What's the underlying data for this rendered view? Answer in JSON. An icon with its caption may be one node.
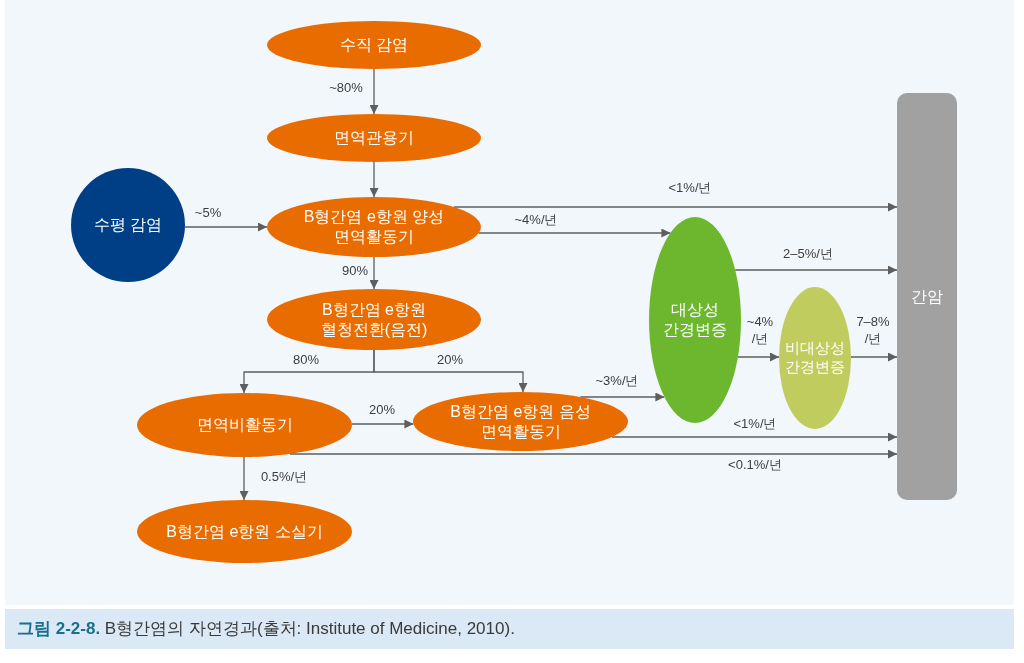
{
  "diagram": {
    "caption": "**그림 2-2-8.** B형간염의 자연경과(출처: Institute of Medicine, 2010).",
    "nodes": [
      {
        "text": [
          "수직 감염"
        ]
      },
      {
        "text": [
          "면역관용기"
        ]
      },
      {
        "text": [
          "수평 감염"
        ]
      },
      {
        "text": [
          "B형간염 e항원 양성 면역활동기"
        ]
      },
      {
        "text": [
          "B형간염 e항원 혈청전환(음전)"
        ]
      },
      {
        "text": [
          "면역비활동기"
        ]
      },
      {
        "text": [
          "B형간염 e항원 음성 면역활동기"
        ]
      },
      {
        "text": [
          "B형간염 e항원 소실기"
        ]
      },
      {
        "text": [
          "대상성 간경변증"
        ]
      },
      {
        "text": [
          "비대상성 간경변증"
        ]
      },
      {
        "text": [
          "간암"
        ]
      }
    ],
    "edges": [
      {
        "from": 0,
        "to": 1,
        "arrow": "to",
        "label": "~80%"
      },
      {
        "from": 1,
        "to": 3,
        "arrow": "to"
      },
      {
        "from": 2,
        "to": 3,
        "arrow": "to",
        "label": "~5%"
      },
      {
        "from": 3,
        "to": 4,
        "arrow": "to",
        "label": "90%"
      },
      {
        "from": 3,
        "to": 10,
        "arrow": "to",
        "label": "<1%/년"
      },
      {
        "from": 3,
        "to": 8,
        "arrow": "to",
        "label": "~4%/년"
      },
      {
        "from": 8,
        "to": 10,
        "arrow": "to",
        "label": "2–5%/년"
      },
      {
        "from": 8,
        "to": 9,
        "arrow": "to",
        "label": "~4% /년"
      },
      {
        "from": 9,
        "to": 10,
        "arrow": "to",
        "label": "7–8% /년"
      },
      {
        "from": 4,
        "to": 5,
        "arrow": "to",
        "label": "80%"
      },
      {
        "from": 4,
        "to": 6,
        "arrow": "to",
        "label": "20%"
      },
      {
        "from": 5,
        "to": 6,
        "arrow": "to",
        "label": "20%"
      },
      {
        "from": 6,
        "to": 8,
        "arrow": "to",
        "label": "~3%/년"
      },
      {
        "from": 6,
        "to": 10,
        "arrow": "to",
        "label": "<1%/년"
      },
      {
        "from": 5,
        "to": 10,
        "arrow": "to",
        "label": "<0.1%/년"
      },
      {
        "from": 5,
        "to": 7,
        "arrow": "to",
        "label": "0.5%/년"
      }
    ]
  }
}
